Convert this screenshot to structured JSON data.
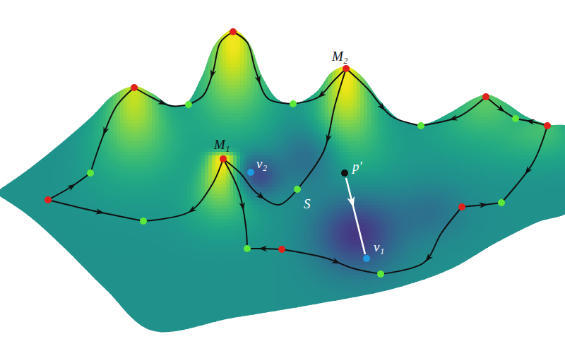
{
  "diagram": {
    "labels": [
      "M₂",
      "M₁",
      "v₂",
      "S",
      "p′",
      "v₁"
    ]
  }
}
